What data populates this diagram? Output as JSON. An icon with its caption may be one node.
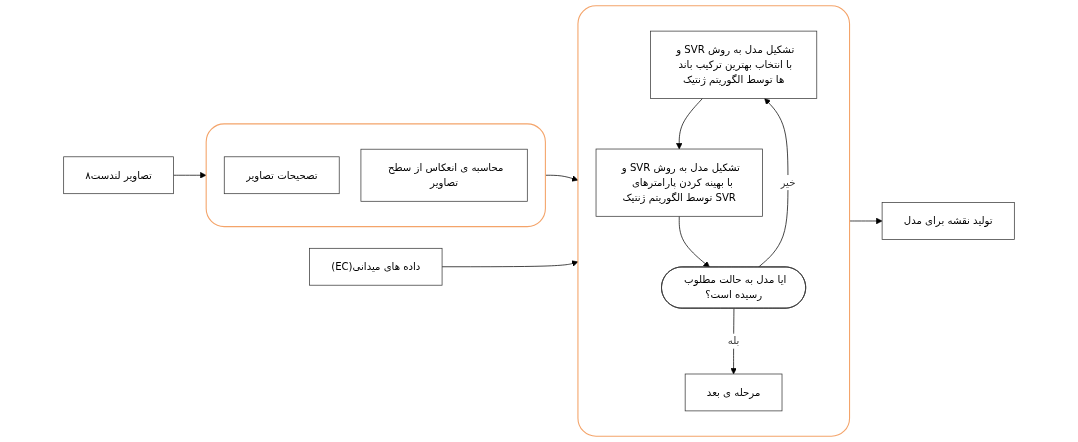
{
  "diagram": {
    "nodes": [
      {
        "text": [
          "تصاویر لندست۸"
        ]
      },
      {
        "text": [],
        "shape": "box"
      },
      {
        "text": [
          "تصحیحات تصاویر"
        ],
        "in": 1
      },
      {
        "text": [
          "محاسبه ی انعکاس از سطح تصاویر"
        ],
        "in": 1
      },
      {
        "text": [
          "داده های میدانی(EC)"
        ]
      },
      {
        "text": [],
        "shape": "box"
      },
      {
        "text": [
          "تشکیل مدل به روش SVR و با انتخاب بهترین ترکیب باند ها توسط الگوریتم ژنتیک"
        ],
        "in": 5
      },
      {
        "text": [
          "تشکیل مدل به روش SVR و با بهینه کردن پارامترهای  SVR توسط الگوریتم ژنتیک"
        ],
        "in": 5
      },
      {
        "text": [
          "ایا مدل به حالت مطلوب رسیده است؟"
        ],
        "in": 5
      },
      {
        "text": [
          "مرحله ی بعد"
        ],
        "in": 5
      },
      {
        "text": [
          "تولید نقشه برای مدل"
        ]
      }
    ],
    "edges": [
      {
        "from": 0,
        "to": 1,
        "arrow": "to"
      },
      {
        "from": 1,
        "to": 5,
        "arrow": "to"
      },
      {
        "from": 4,
        "to": 5,
        "arrow": "to"
      },
      {
        "from": 6,
        "to": 7,
        "arrow": "to"
      },
      {
        "from": 7,
        "to": 8,
        "arrow": "to"
      },
      {
        "from": 8,
        "to": 6,
        "label": "خیر",
        "arrow": "to"
      },
      {
        "from": 8,
        "to": 9,
        "label": "بله",
        "arrow": "to"
      },
      {
        "from": 5,
        "to": 10,
        "arrow": "to"
      }
    ]
  }
}
